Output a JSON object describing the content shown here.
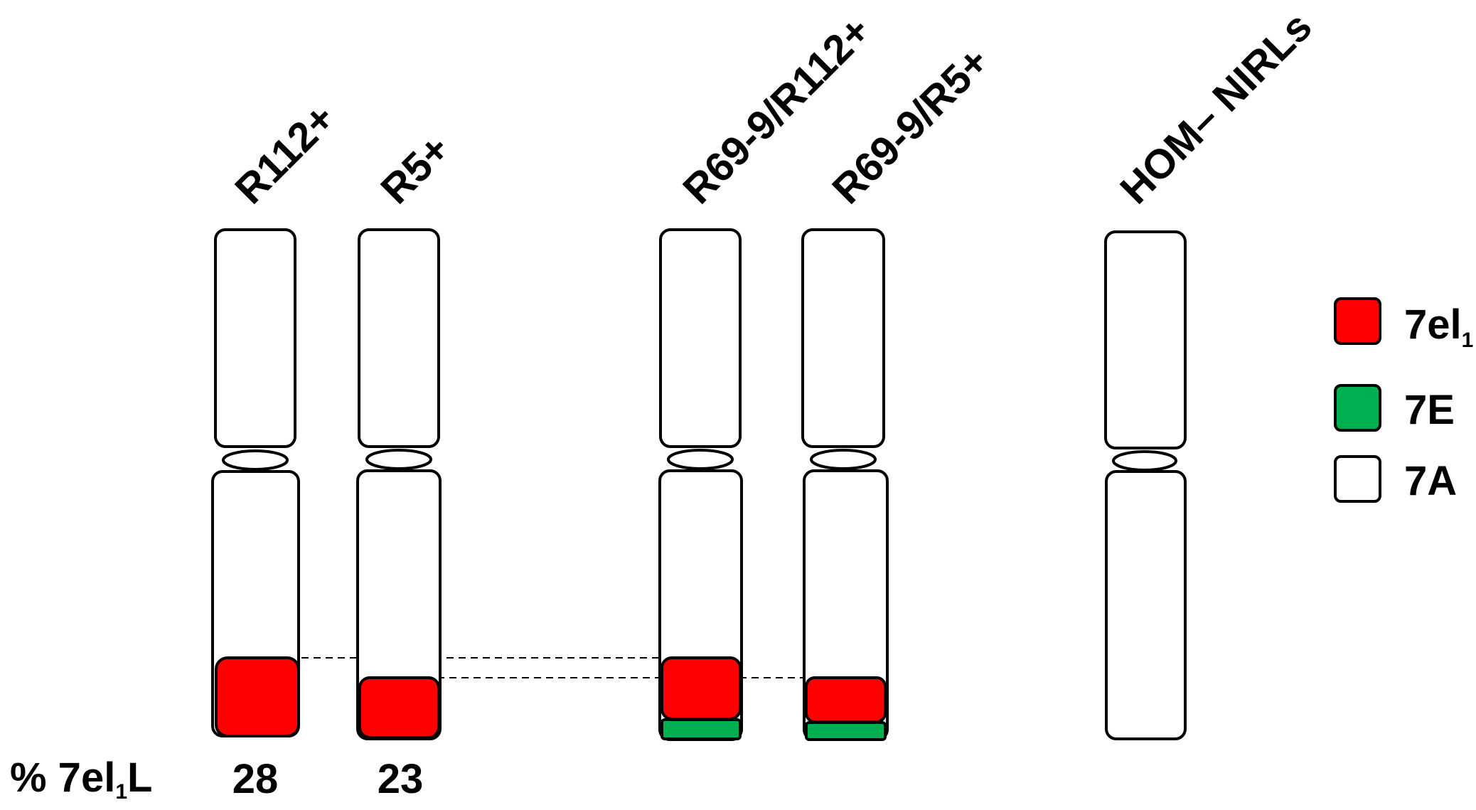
{
  "chromosomes": [
    {
      "label": "R112+",
      "percent": "28",
      "red": true,
      "green": false,
      "red_level": "high"
    },
    {
      "label": "R5+",
      "percent": "23",
      "red": true,
      "green": false,
      "red_level": "low"
    },
    {
      "label": "R69-9/R112+",
      "percent": "",
      "red": true,
      "green": true,
      "red_level": "high"
    },
    {
      "label": "R69-9/R5+",
      "percent": "",
      "red": true,
      "green": true,
      "red_level": "low"
    },
    {
      "label": "HOM– NIRLs",
      "percent": "",
      "red": false,
      "green": false,
      "red_level": ""
    }
  ],
  "percent_row_label": {
    "prefix": "% 7el",
    "subscript": "1",
    "suffix": "L"
  },
  "legend": [
    {
      "label": "7el",
      "subscript": "1",
      "color": "#ff0000"
    },
    {
      "label": "7E",
      "subscript": "",
      "color": "#00b050"
    },
    {
      "label": "7A",
      "subscript": "",
      "color": "#ffffff"
    }
  ],
  "colors": {
    "red": "#ff0000",
    "green": "#00b050",
    "outline": "#000000"
  }
}
